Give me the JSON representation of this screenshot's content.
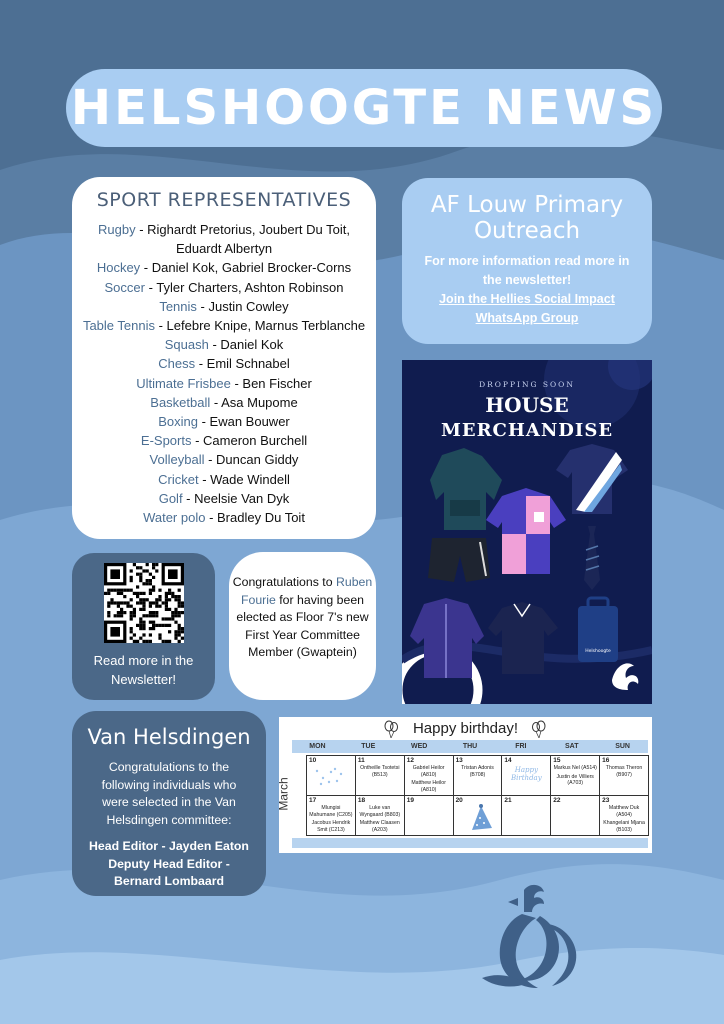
{
  "header": {
    "title": "HELSHOOGTE NEWS"
  },
  "sport_reps": {
    "title": "SPORT REPRESENTATIVES",
    "items": [
      {
        "sport": "Rugby",
        "names": "Righardt Pretorius, Joubert Du Toit, Eduardt Albertyn"
      },
      {
        "sport": "Hockey",
        "names": "Daniel Kok, Gabriel Brocker-Corns"
      },
      {
        "sport": "Soccer",
        "names": "Tyler Charters, Ashton Robinson"
      },
      {
        "sport": "Tennis",
        "names": "Justin Cowley"
      },
      {
        "sport": "Table Tennis",
        "names": "Lefebre Knipe, Marnus Terblanche"
      },
      {
        "sport": "Squash",
        "names": "Daniel Kok"
      },
      {
        "sport": "Chess",
        "names": "Emil Schnabel"
      },
      {
        "sport": "Ultimate Frisbee",
        "names": "Ben Fischer"
      },
      {
        "sport": "Basketball",
        "names": "Asa Mupome"
      },
      {
        "sport": "Boxing",
        "names": "Ewan Bouwer"
      },
      {
        "sport": "E-Sports",
        "names": "Cameron Burchell"
      },
      {
        "sport": "Volleyball",
        "names": "Duncan Giddy"
      },
      {
        "sport": "Cricket",
        "names": "Wade Windell"
      },
      {
        "sport": "Golf",
        "names": "Neelsie Van Dyk"
      },
      {
        "sport": "Water polo",
        "names": "Bradley Du Toit"
      }
    ]
  },
  "outreach": {
    "title": "AF Louw Primary Outreach",
    "info": "For more information read more in the newsletter!",
    "link": "Join the Hellies Social Impact WhatsApp Group"
  },
  "merch": {
    "kicker": "DROPPING SOON",
    "line1": "HOUSE",
    "line2": "MERCHANDISE",
    "bag_label": "Helshoogte"
  },
  "qr": {
    "text": "Read more in the Newsletter!"
  },
  "congrats": {
    "pre": "Congratulations to",
    "name": "Ruben Fourie",
    "post": "for having been elected as Floor 7's new First Year Committee Member (Gwaptein)"
  },
  "van_helsdingen": {
    "title": "Van Helsdingen",
    "body": "Congratulations to the following individuals who were selected in the Van Helsdingen committee:",
    "head_editor": "Head Editor - Jayden Eaton",
    "deputy_editor": "Deputy Head Editor - Bernard Lombaard"
  },
  "calendar": {
    "title": "Happy birthday!",
    "month": "March",
    "days": [
      "MON",
      "TUE",
      "WED",
      "THU",
      "FRI",
      "SAT",
      "SUN"
    ],
    "week1": [
      {
        "day": "10",
        "lines": []
      },
      {
        "day": "11",
        "lines": [
          "Ontheille Tsotetsi (B513)"
        ]
      },
      {
        "day": "12",
        "lines": [
          "Gabriel Heilor (A810)",
          "Matthew Heilor (A810)"
        ]
      },
      {
        "day": "13",
        "lines": [
          "Tristan Adonis (B708)"
        ]
      },
      {
        "day": "14",
        "lines": [],
        "art": "Happy Birthday"
      },
      {
        "day": "15",
        "lines": [
          "Markus Nel (A514)",
          "Justin de Villiers (A703)"
        ]
      },
      {
        "day": "16",
        "lines": [
          "Thomas Theron (B907)"
        ]
      }
    ],
    "week2": [
      {
        "day": "17",
        "lines": [
          "Mlungisi Mahumane (C205)",
          "Jacobus Hendrik Smit (C213)"
        ]
      },
      {
        "day": "18",
        "lines": [
          "Luke van Wyngaard (B803)",
          "Matthew Claasen (A203)"
        ]
      },
      {
        "day": "19",
        "lines": []
      },
      {
        "day": "20",
        "lines": []
      },
      {
        "day": "21",
        "lines": []
      },
      {
        "day": "22",
        "lines": []
      },
      {
        "day": "23",
        "lines": [
          "Matthew Duk (A504)",
          "Khangelani Mjana (B103)"
        ]
      }
    ]
  }
}
